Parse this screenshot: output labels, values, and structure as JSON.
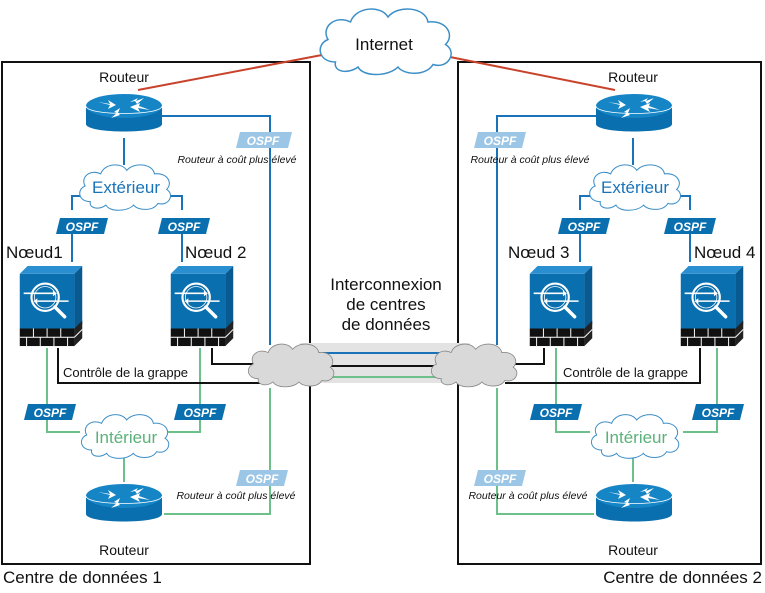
{
  "colors": {
    "cisco_blue": "#0a6fae",
    "link_blue": "#1a73b8",
    "link_green": "#6cc08a",
    "link_red": "#c8432b",
    "ospf_dark": "#0a6fae",
    "ospf_light": "#9cc6e6",
    "cloud_gray": "#d9d9d9",
    "text_green": "#5ab27a"
  },
  "internet": {
    "label": "Internet"
  },
  "interconnect": {
    "line1": "Interconnexion",
    "line2": "de centres",
    "line3": "de données"
  },
  "datacenters": [
    {
      "label": "Centre de données 1",
      "top_router": "Routeur",
      "bottom_router": "Routeur",
      "outside_cloud": "Extérieur",
      "inside_cloud": "Intérieur",
      "cluster_control": "Contrôle de la grappe",
      "nodes": [
        "Nœud1",
        "Nœud 2"
      ],
      "ospf_label": "OSPF",
      "higher_cost_label": "Routeur à coût plus élevé"
    },
    {
      "label": "Centre de données 2",
      "top_router": "Routeur",
      "bottom_router": "Routeur",
      "outside_cloud": "Extérieur",
      "inside_cloud": "Intérieur",
      "cluster_control": "Contrôle de la grappe",
      "nodes": [
        "Nœud 3",
        "Nœud 4"
      ],
      "ospf_label": "OSPF",
      "higher_cost_label": "Routeur à coût plus élevé"
    }
  ]
}
